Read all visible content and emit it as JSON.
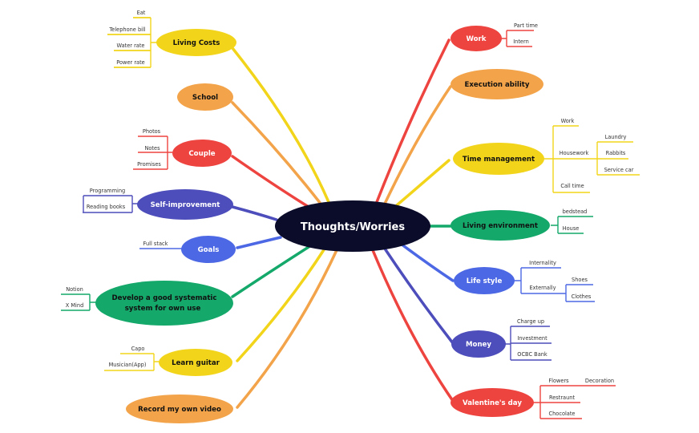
{
  "center": {
    "label": "Thoughts/Worries",
    "fill": "#0b0c2a"
  },
  "colors": {
    "yellow": "#f2d51a",
    "orange": "#f3a44a",
    "red": "#ee4440",
    "purple": "#4d4dbb",
    "blue": "#4d68e4",
    "green": "#14a86a"
  },
  "left_topics": [
    {
      "label": "Living Costs",
      "children": [
        "Eat",
        "Telephone bill",
        "Water rate",
        "Power rate"
      ]
    },
    {
      "label": "School",
      "children": []
    },
    {
      "label": "Couple",
      "children": [
        "Photos",
        "Notes",
        "Promises"
      ]
    },
    {
      "label": "Self-improvement",
      "children": [
        "Programming",
        "Reading books"
      ]
    },
    {
      "label": "Goals",
      "children": [
        "Full stack"
      ]
    },
    {
      "label_lines": [
        "Develop a good systematic",
        "system for own use"
      ],
      "children": [
        "Notion",
        "X Mind"
      ]
    },
    {
      "label": "Learn guitar",
      "children": [
        "Capo",
        "Musician(App)"
      ]
    },
    {
      "label": "Record my own video",
      "children": []
    }
  ],
  "right_topics": [
    {
      "label": "Work",
      "children": [
        "Part time",
        "Intern"
      ]
    },
    {
      "label": "Execution ability",
      "children": []
    },
    {
      "label": "Time management",
      "children": [
        {
          "label": "Work"
        },
        {
          "label": "Housework",
          "children": [
            "Laundry",
            "Rabbits",
            "Service car"
          ]
        },
        {
          "label": "Call time"
        }
      ]
    },
    {
      "label": "Living environment",
      "children": [
        "bedstead",
        "House"
      ]
    },
    {
      "label": "Life style",
      "children": [
        {
          "label": "Internality"
        },
        {
          "label": "Externally",
          "children": [
            "Shoes",
            "Clothes"
          ]
        }
      ]
    },
    {
      "label": "Money",
      "children": [
        "Charge up",
        "Investment",
        "OCBC Bank"
      ]
    },
    {
      "label": "Valentine's day",
      "children": [
        {
          "label": "Flowers",
          "children": [
            "Decoration"
          ]
        },
        {
          "label": "Restraunt"
        },
        {
          "label": "Chocolate"
        }
      ]
    }
  ]
}
